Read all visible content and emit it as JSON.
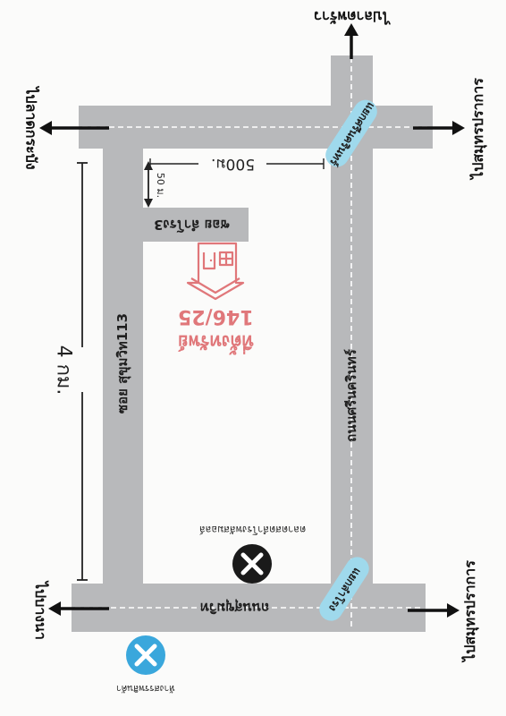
{
  "colors": {
    "road": "#b8b9bb",
    "road_center_line": "#ffffff",
    "badge": "#9fd9ec",
    "house": "#e0777a",
    "arrow": "#111111",
    "blue_marker": "#3aa7dc",
    "black_marker": "#1a1a1a",
    "background": "#fbfbfa"
  },
  "labels": {
    "dest_top": "ไปลาดพร้าว",
    "dest_left_top": "ไปลาดกระบัง",
    "dest_left_bottom": "ไปบางนา",
    "dest_right_top": "ไปสมุทรปราการ",
    "dest_right_bottom": "ไปสมุทรปราการ",
    "main_road": "ถนนศรีนครินทร์",
    "soi_main": "ซอย สุขุมวิท113",
    "soi_small": "ซอย ลำโรง3",
    "bottom_road": "ถนนสุขุมวิท",
    "junction_top": "แยกศรีนครินทร์",
    "junction_bottom": "แยกลำโรง",
    "house_title": "ที่ตั้งทรัพย์",
    "house_number": "146/25",
    "landmark_blue": "ห้างสรรพสินค้า",
    "landmark_black": "ตลาดสดลำโรงพลัสมอลล์",
    "dist_500": "500ม.",
    "dist_50": "50 ม.",
    "dist_4km": "4 กม."
  },
  "icons": {
    "house": "house-icon",
    "blue_marker": "close-circle-icon",
    "black_marker": "close-circle-icon",
    "arrows": "arrow-icon"
  }
}
